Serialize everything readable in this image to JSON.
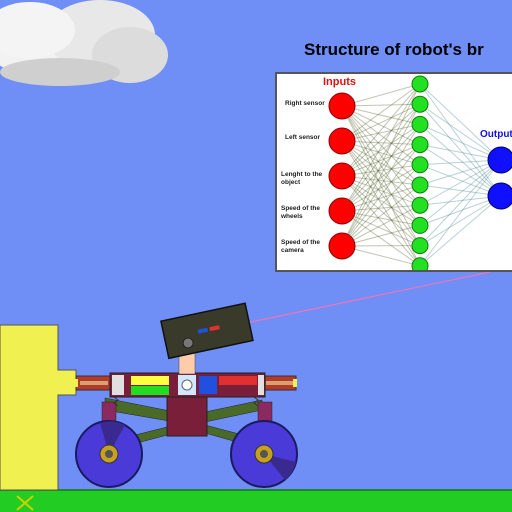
{
  "title": "Structure of robot's br",
  "network": {
    "inputs_label": "Inputs",
    "outputs_label": "Output",
    "input_nodes": [
      {
        "label": "Right sensor"
      },
      {
        "label": "Left sensor"
      },
      {
        "label": "Lenght to the object"
      },
      {
        "label": "Speed of the wheels"
      },
      {
        "label": "Speed of the camera"
      }
    ],
    "hidden_count": 10,
    "output_count": 2,
    "colors": {
      "input": "#ff0000",
      "hidden": "#22e022",
      "output": "#1010ff"
    }
  },
  "scene": {
    "colors": {
      "sky": "#6f8ff6",
      "ground": "#22cc22",
      "obstacle": "#f0f050",
      "chassis": "#7a1f3a",
      "wheel": "#4a3ad8"
    },
    "icons": [
      "cloud",
      "yellow-obstacle-block",
      "robot-camera",
      "robot-chassis",
      "robot-wheel",
      "laser-beam",
      "x-marker"
    ]
  }
}
